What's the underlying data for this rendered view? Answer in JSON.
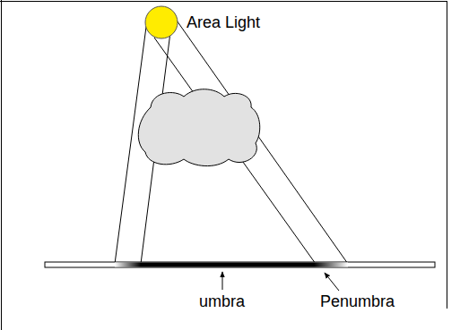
{
  "diagram": {
    "labels": [
      "Area Light",
      "umbra",
      "Penumbra"
    ]
  }
}
